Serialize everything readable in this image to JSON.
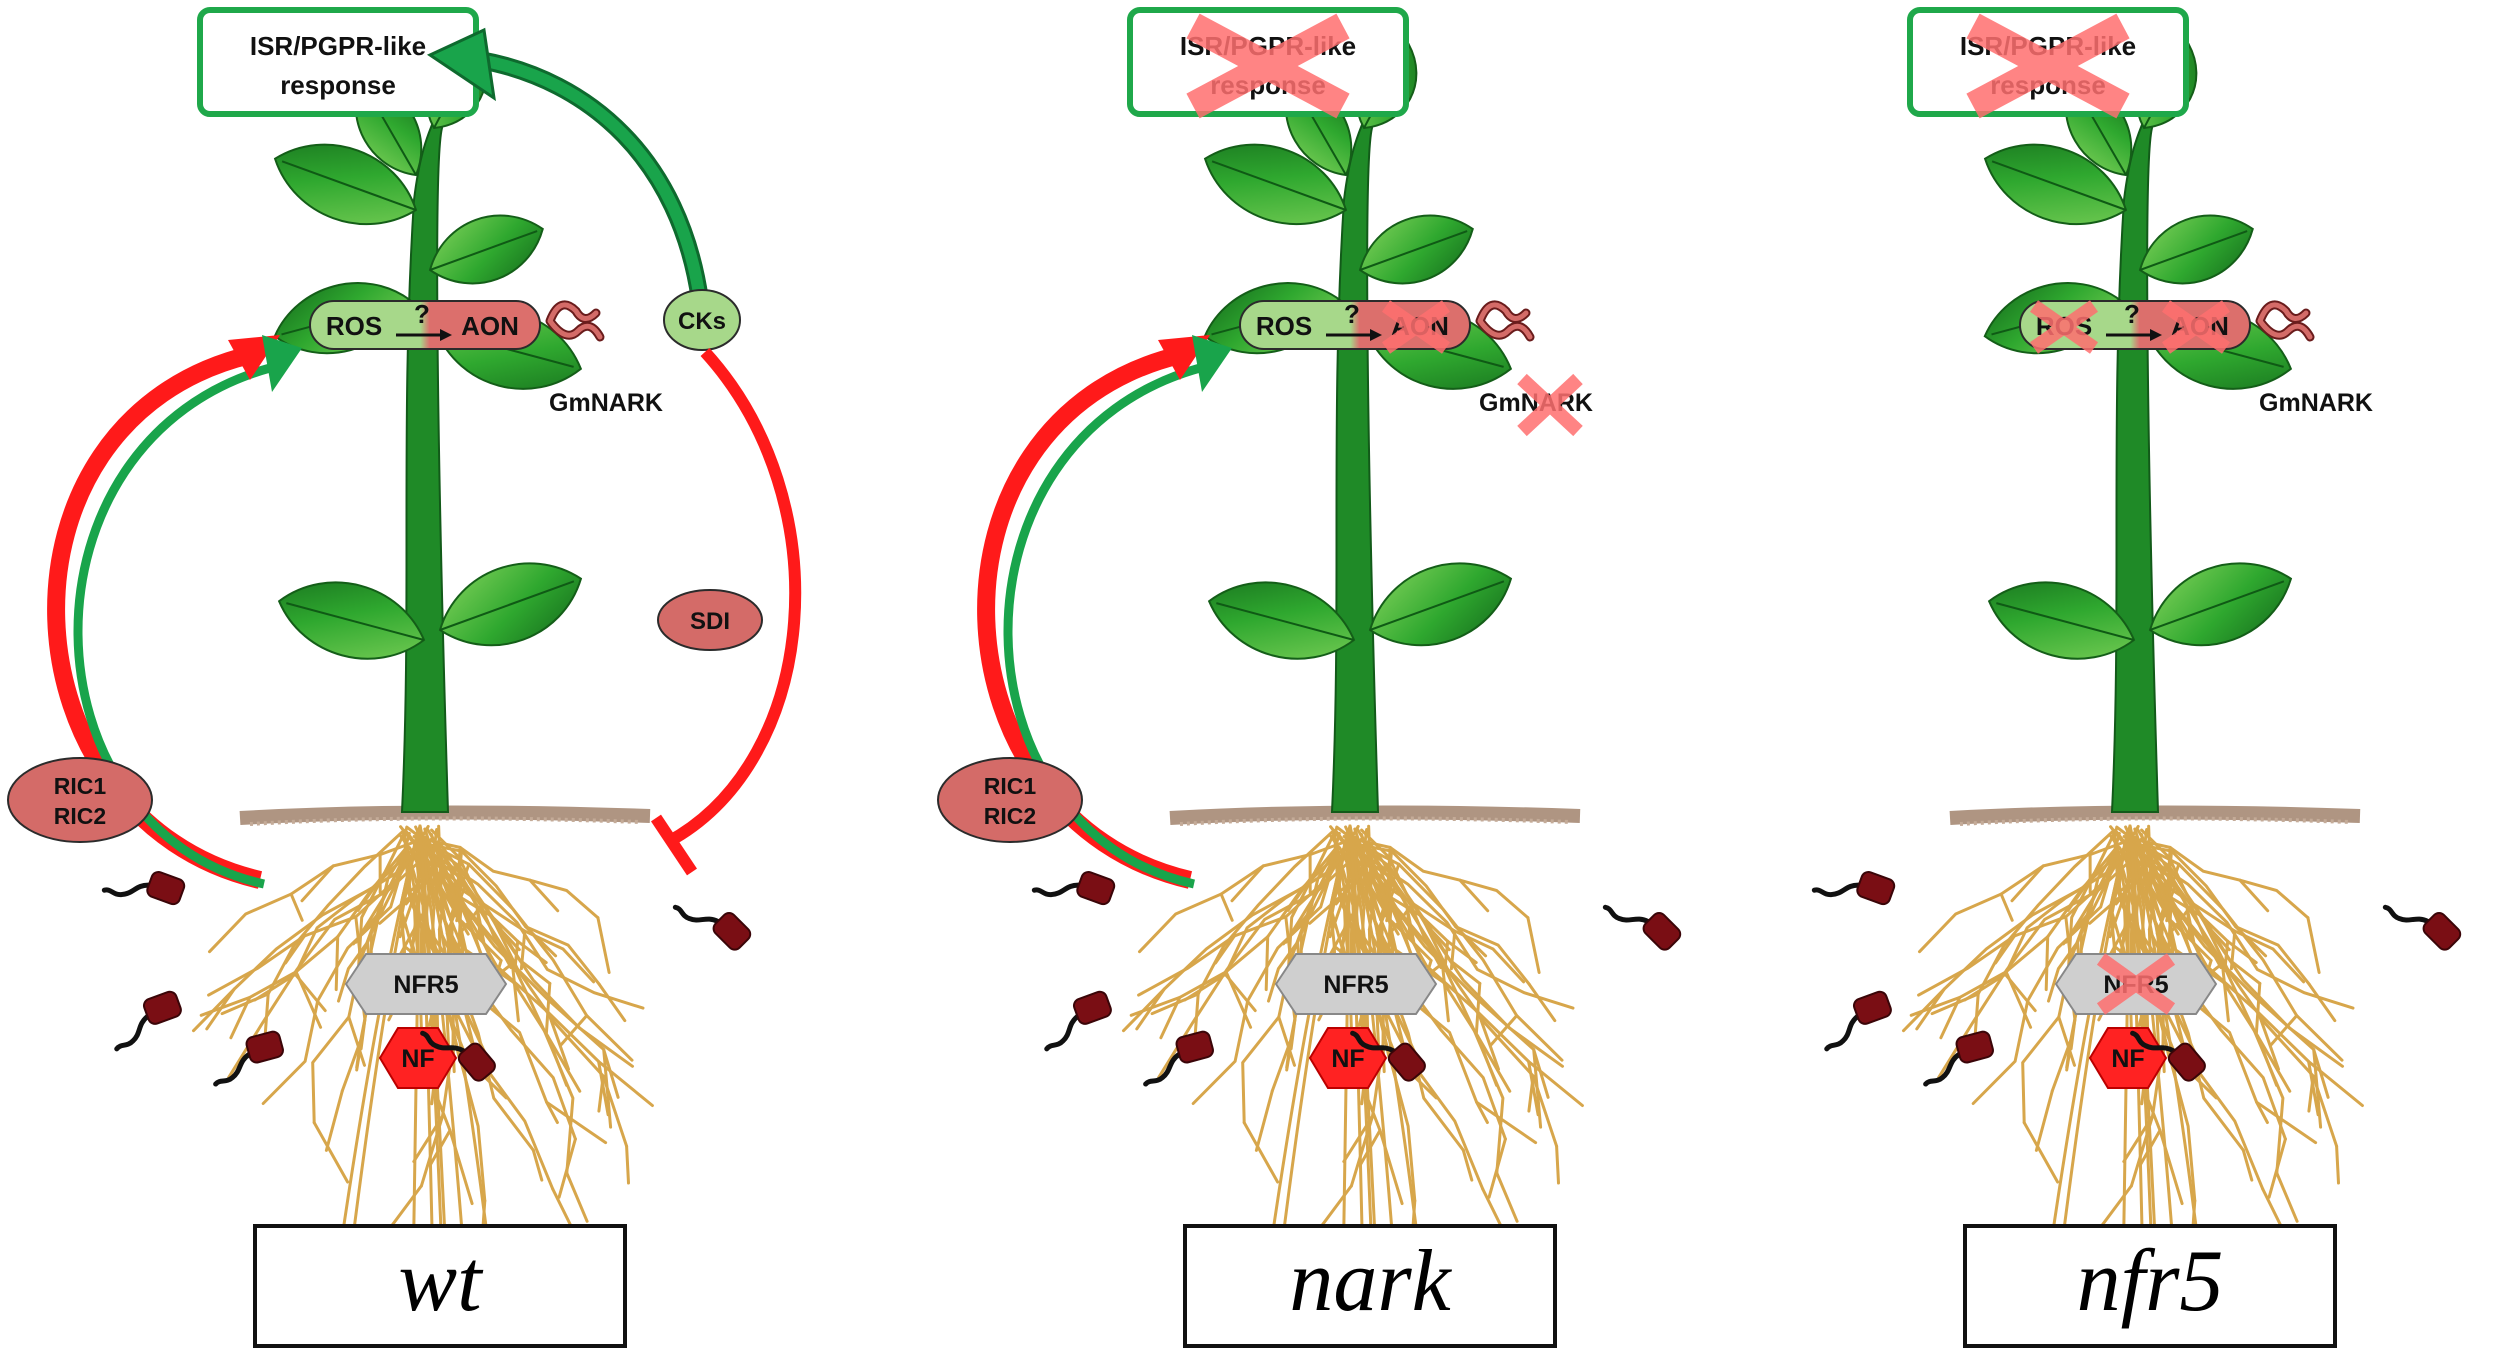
{
  "response_box": {
    "line1": "ISR/PGPR-like",
    "line2": "response"
  },
  "labels": {
    "ros": "ROS",
    "question": "?",
    "aon": "AON",
    "cks": "CKs",
    "gmnark": "GmNARK",
    "sdi": "SDI",
    "ric1": "RIC1",
    "ric2": "RIC2",
    "nfr5": "NFR5",
    "nf": "NF"
  },
  "panels": [
    {
      "genotype": "wt",
      "response_blocked": false,
      "aon_blocked": false,
      "ros_blocked": false,
      "gmnark_blocked": false,
      "nfr5_blocked": false,
      "has_cks": true,
      "has_sdi": true,
      "has_ric": true
    },
    {
      "genotype": "nark",
      "response_blocked": true,
      "aon_blocked": true,
      "ros_blocked": false,
      "gmnark_blocked": true,
      "nfr5_blocked": false,
      "has_cks": false,
      "has_sdi": false,
      "has_ric": true
    },
    {
      "genotype": "nfr5",
      "response_blocked": true,
      "aon_blocked": true,
      "ros_blocked": true,
      "gmnark_blocked": false,
      "nfr5_blocked": true,
      "has_cks": false,
      "has_sdi": false,
      "has_ric": false
    }
  ],
  "colors": {
    "green_box": "#1fa84a",
    "red_signal": "#ff1a1a",
    "green_signal": "#19a44b",
    "ros_fill": "#a7d88a",
    "aon_fill": "#dc6f6c",
    "oval_red": "#d46b68",
    "cross": "#ff6f6f",
    "leaf": "#2fa82f",
    "stem": "#1f8a27",
    "root": "#d7a64b",
    "soil": "#9b7a63",
    "bacteria": "#7a0e14",
    "nfr5_fill": "#cfcfcf",
    "nf_fill": "#ff2222"
  }
}
